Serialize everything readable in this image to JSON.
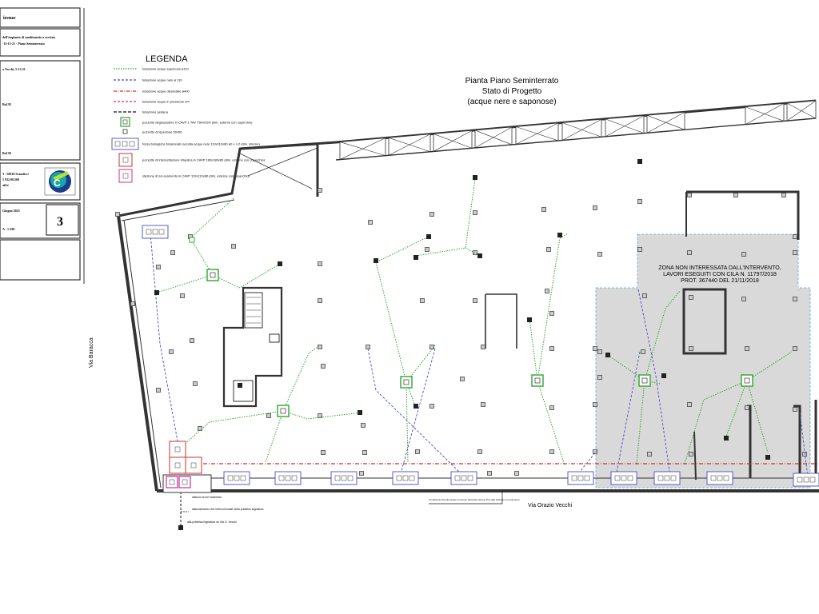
{
  "title_block": {
    "line_top": "irenze",
    "line_desc1": "dell'impianto di smaltimento a servizio",
    "line_desc2": "-13-15-21 - Piano Seminterrato",
    "addr": "o Vecchi, 5-13-21",
    "code": "Ba138",
    "code2": "Ba138",
    "firm": "3 - 50018 Scandicci",
    "phone": "5 932.00.560",
    "mail": "ail.it",
    "date": "Giugno 2023",
    "scale": "A - 1:100",
    "sheet_number": "3"
  },
  "legend": {
    "title": "LEGENDA",
    "items": [
      {
        "kind": "green-dot-line",
        "text": "tubazione acque saponose ø110"
      },
      {
        "kind": "blue-dash-line",
        "text": "tubazione acque nere ø 110"
      },
      {
        "kind": "red-dashdot-line",
        "text": "tubazione acque dissestate ø400"
      },
      {
        "kind": "magenta-dash-line",
        "text": "tubazione acque in pressione 3/4"
      },
      {
        "kind": "black-dash-line",
        "text": "tubazione pedana"
      },
      {
        "kind": "green-box",
        "text": "pozzetto degrassatore in CAVP 1 TAV TSA/OSH (dim. esterne con coperchio)"
      },
      {
        "kind": "small-box",
        "text": "pozzetto di ispezione 50x50"
      },
      {
        "kind": "blue-triple-box",
        "text": "fossa biologiche bicamerali raccolta acque nere 110x110x80 ø0 x n.2 (dim. interne)"
      },
      {
        "kind": "red-box",
        "text": "pozzetto di intercettazione idraulica in CAVP 180x180x80 (dim. esterne con coperchio)"
      },
      {
        "kind": "magenta-box",
        "text": "stazione di sol evamento in CAVP 110x110x80 (dim. esterne con coperchio)"
      }
    ]
  },
  "heading": {
    "line1": "Pianta Piano Seminterrato",
    "line2": "Stato di Progetto",
    "line3": "(acque nere e saponose)"
  },
  "zone_note": {
    "line1": "ZONA NON INTERESSATA DALL'INTERVENTO,",
    "line2": "LAVORI ESEGUITI CON CILA N. 11797/2018",
    "line3": "PROT. 367440 DEL 21/11/2018"
  },
  "street_labels": {
    "bottom": "Via Orazio Vecchi",
    "left": "Via Baracca"
  },
  "small_notes": {
    "allaccio": "allaccio al sol evamento",
    "pubblica1": "allacciamento rete intercomunale della pubblica fognatura",
    "pubblica2": "alla pubblica fognatura su Via O. Vecchi",
    "centro": "condotta di raccolta acque immesse dal tratto esterno Pnn alla stazione sol evamento"
  },
  "symbols": {
    "green_box_count": 7,
    "blue_box_count": 13,
    "red_box_count": 3,
    "magenta_box_count": 2
  },
  "colors": {
    "green": "#2fa52f",
    "blue": "#4a4ac8",
    "red": "#c83232",
    "magenta": "#c83296",
    "wall": "#333333",
    "zone_gray": "#d9d9d9",
    "logo_teal": "#1aa6a6",
    "logo_blue": "#1b3c8a"
  }
}
